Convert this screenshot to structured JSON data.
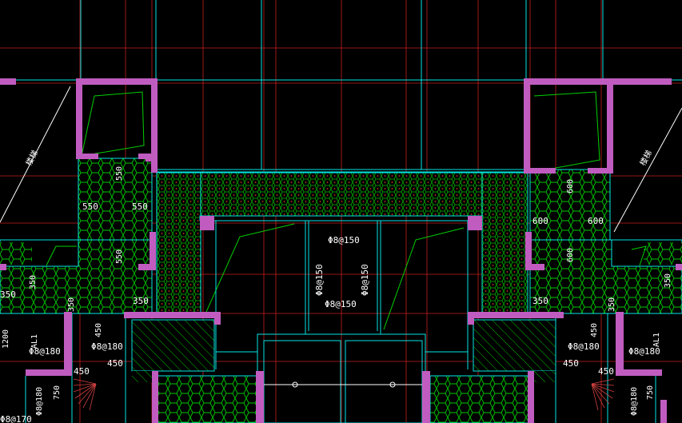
{
  "colors": {
    "background": "#000000",
    "wall": "#c05cc0",
    "outline": "#00e5e5",
    "axis": "#c81e1e",
    "hatch": "#00d000",
    "text": "#ffffff"
  },
  "rebar": {
    "top": "Φ8@150",
    "vert_left": "Φ8@150",
    "vert_right": "Φ8@150",
    "bottom": "Φ8@150"
  },
  "dims": {
    "l550a": "550",
    "l550b": "550",
    "l550c": "550",
    "l550d": "550",
    "l350a": "350",
    "l350b": "350",
    "l350c": "350",
    "l1200": "1200",
    "lal1": "AL1",
    "l450a": "450",
    "l450b": "450",
    "l450c": "450",
    "l750": "750",
    "lphi180a": "Φ8@180",
    "lphi180b": "Φ8@180",
    "lphi180c": "Φ8@180",
    "lphi170": "Φ8@170",
    "r600a": "600",
    "r600b": "600",
    "r600c": "600",
    "r600d": "600",
    "r350a": "350",
    "r350b": "350",
    "r350c": "350",
    "ral1": "AL1",
    "r450a": "450",
    "r450b": "450",
    "r450c": "450",
    "r750": "750",
    "rphi180a": "Φ8@180",
    "rphi180b": "Φ8@180",
    "rphi180c": "Φ8@180"
  },
  "stair_label_left": "楼梯",
  "stair_label_right": "楼梯"
}
